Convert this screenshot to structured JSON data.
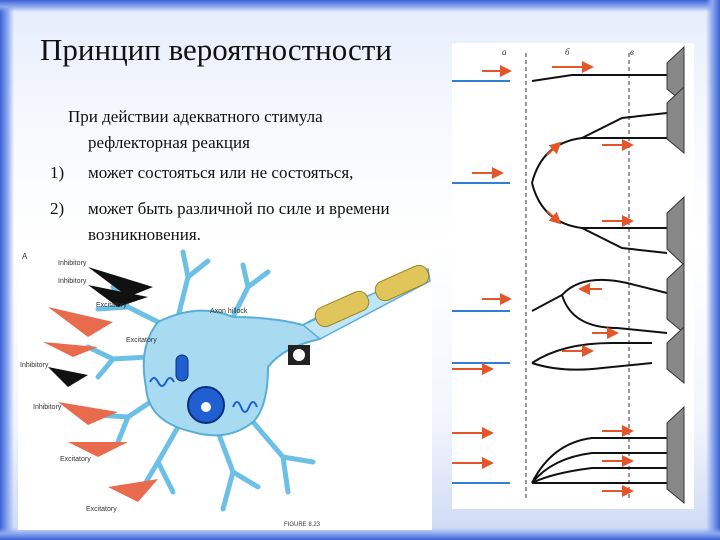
{
  "slide": {
    "title": "Принцип вероятностности",
    "intro_line1": "При действии адекватного стимула",
    "intro_line2": "рефлекторная реакция",
    "items": [
      {
        "num": "1)",
        "text": "может состояться или не состояться,"
      },
      {
        "num": "2)",
        "text": "может быть различной по силе и времени возникновения."
      }
    ]
  },
  "neuron_figure": {
    "corner_letter": "A",
    "labels": {
      "inhibitory_1": "Inhibitory",
      "inhibitory_2": "Inhibitory",
      "inhibitory_3": "Inhibitory",
      "inhibitory_4": "Inhibitory",
      "excitatory_1": "Excitatory",
      "excitatory_2": "Excitatory",
      "excitatory_3": "Excitatory",
      "excitatory_4": "Excitatory",
      "axon_hillock": "Axon hillock",
      "figure_caption": "FIGURE 8.23"
    },
    "colors": {
      "cell_body": "#a8dbf2",
      "cell_outline": "#5aaed6",
      "nucleus": "#1f5fd1",
      "myelin": "#e0c65a"
    }
  },
  "reflex_figure": {
    "column_labels": [
      "а",
      "б",
      "в"
    ],
    "colors": {
      "arrow": "#e2562a",
      "sensory": "#2f7fd8",
      "neuron": "#111111"
    }
  }
}
